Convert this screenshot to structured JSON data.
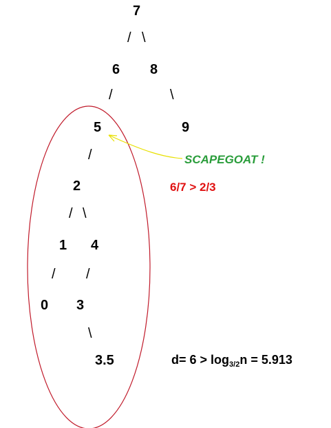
{
  "tree": {
    "nodes": {
      "n7": "7",
      "n6": "6",
      "n8": "8",
      "n5": "5",
      "n9": "9",
      "n2": "2",
      "n1": "1",
      "n4": "4",
      "n0": "0",
      "n3": "3",
      "n35": "3.5"
    },
    "edge_left": "/",
    "edge_right": "\\"
  },
  "annotations": {
    "scapegoat": "SCAPEGOAT !",
    "ratio": "6/7 > 2/3",
    "formula_prefix": "d= 6 > log",
    "formula_base": "3/2",
    "formula_suffix": "n = 5.913"
  },
  "colors": {
    "ellipse": "#c01a2a",
    "arrow": "#e8e000",
    "scapegoat_text": "#2a9d3b",
    "ratio_text": "#e01010"
  }
}
